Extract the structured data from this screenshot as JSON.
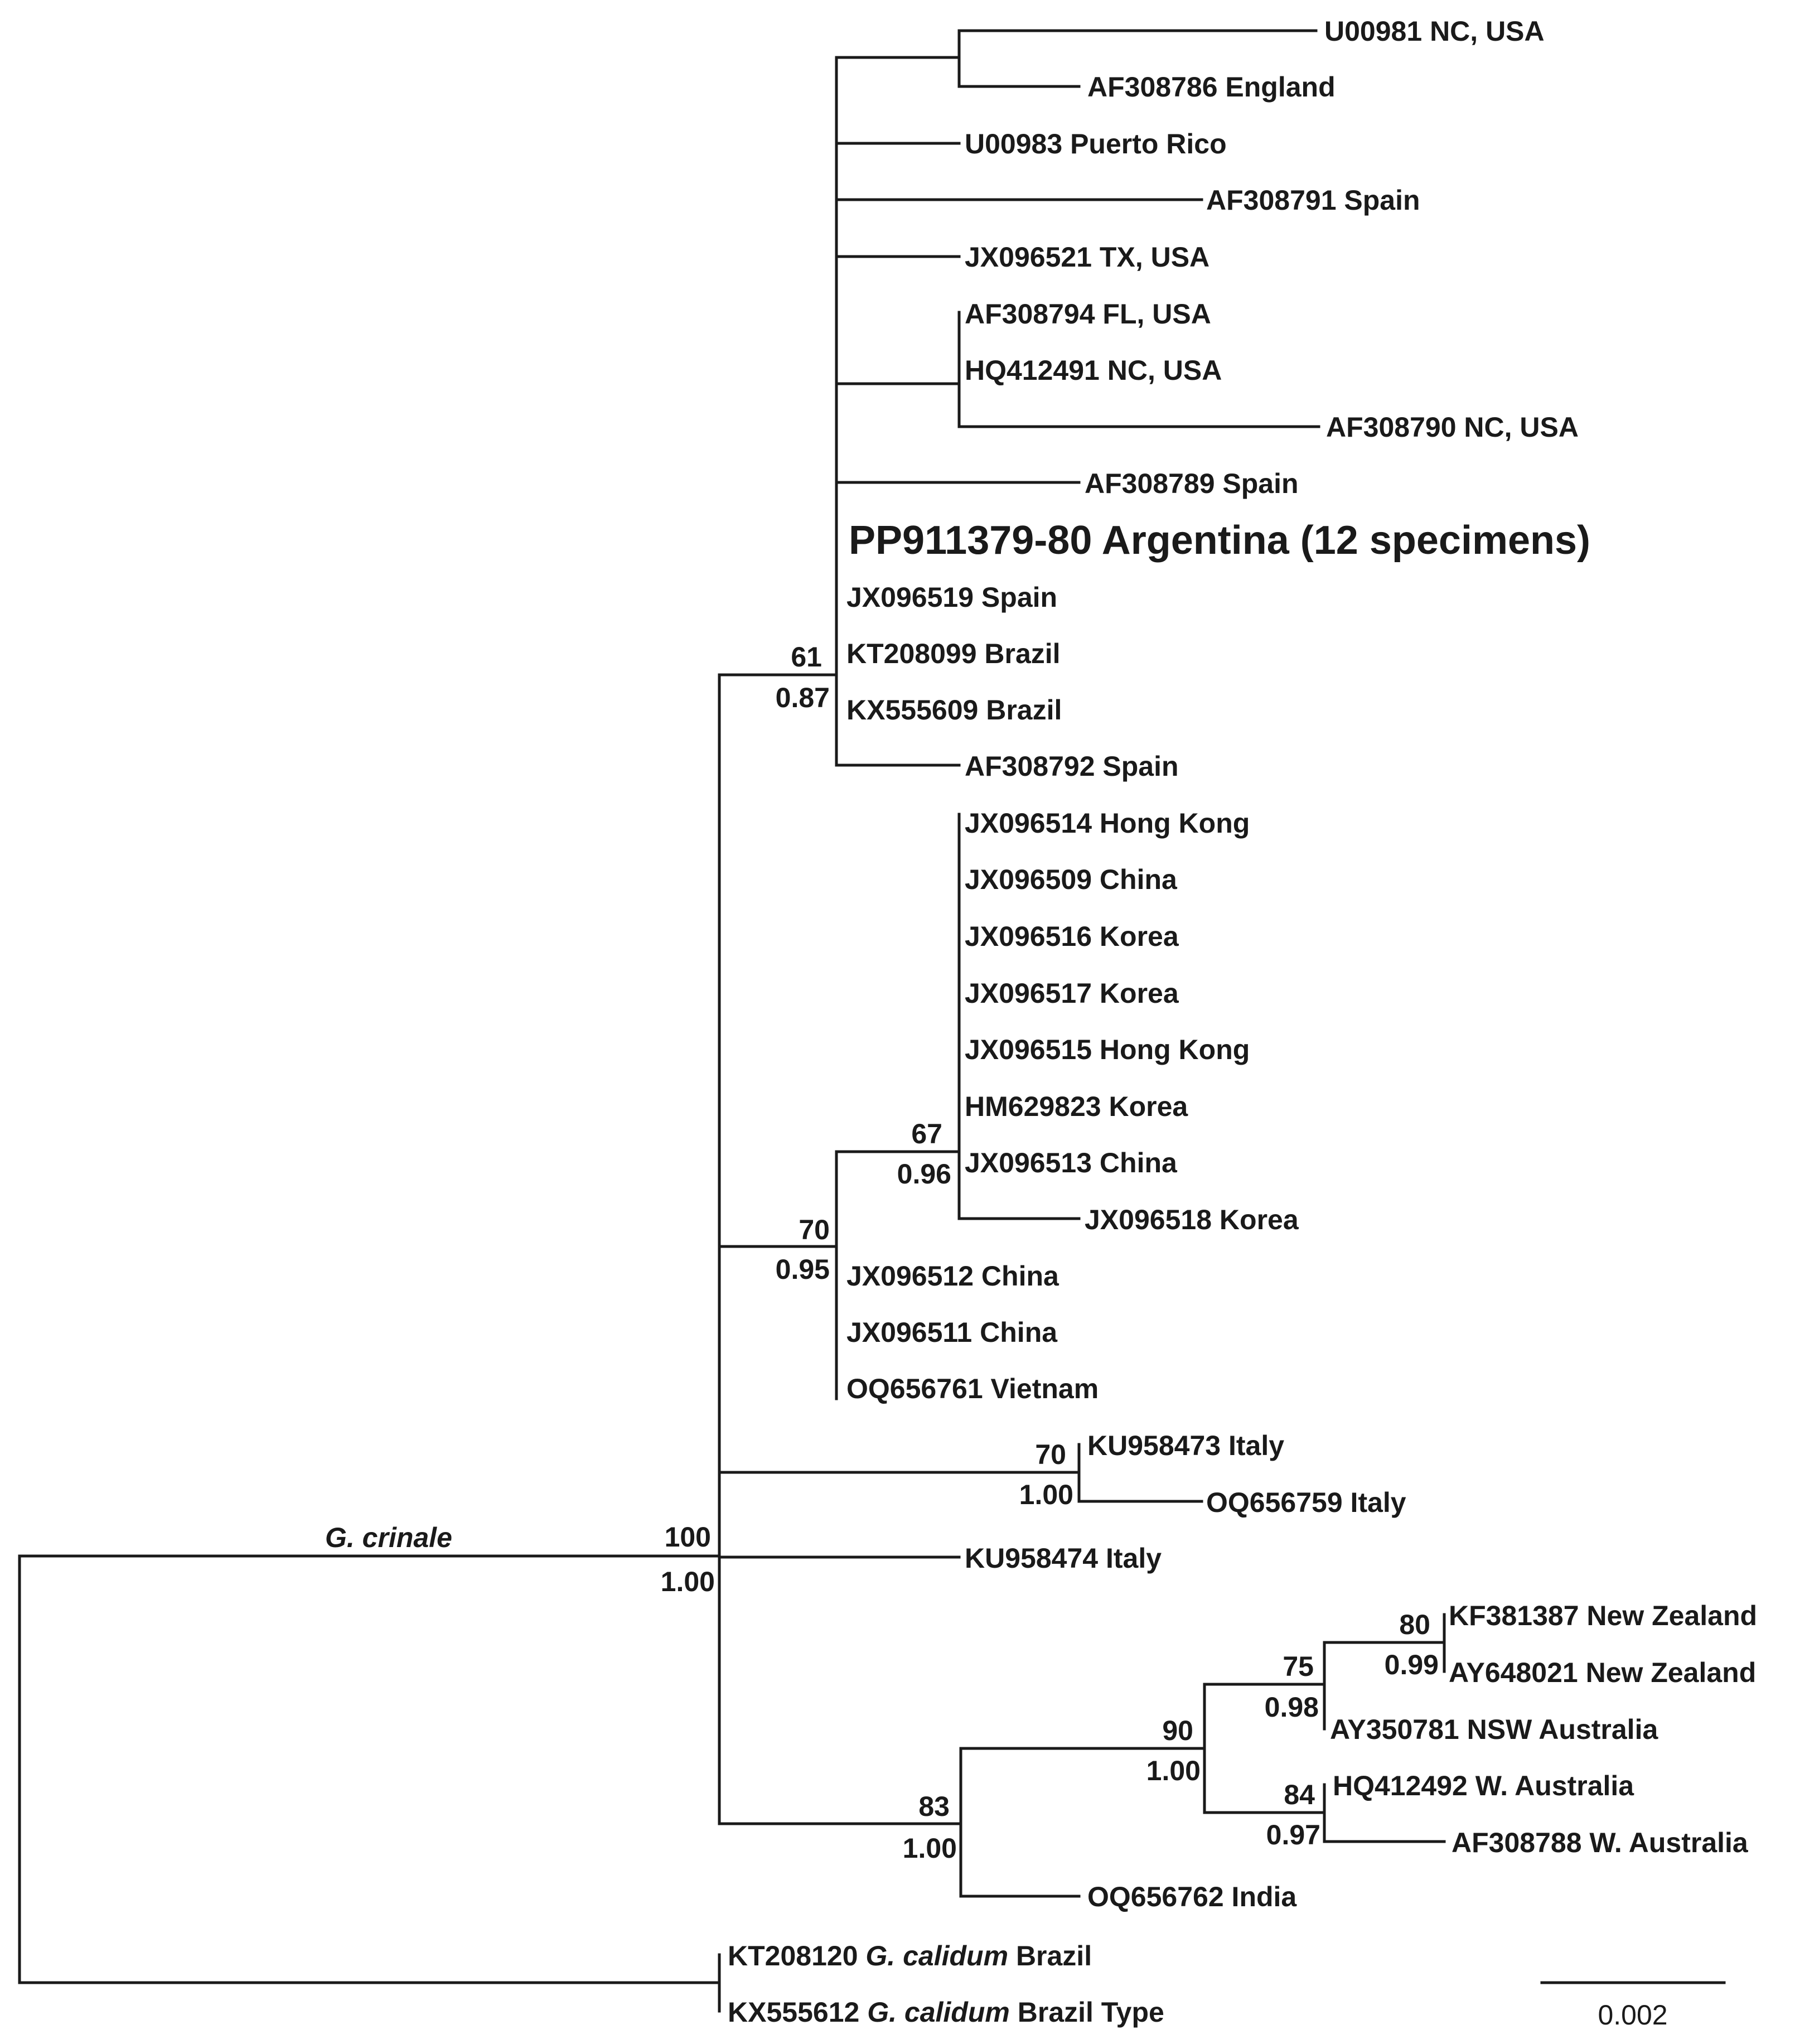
{
  "tree": {
    "clade_label": "G. crinale",
    "taxa": {
      "U00981": {
        "code": "U00981",
        "loc": "NC, USA"
      },
      "AF308786": {
        "code": "AF308786",
        "loc": "England"
      },
      "U00983": {
        "code": "U00983",
        "loc": "Puerto Rico"
      },
      "AF308791": {
        "code": "AF308791",
        "loc": "Spain"
      },
      "JX096521": {
        "code": "JX096521",
        "loc": "TX, USA"
      },
      "AF308794": {
        "code": "AF308794",
        "loc": "FL, USA"
      },
      "HQ412491": {
        "code": "HQ412491",
        "loc": "NC, USA"
      },
      "AF308790": {
        "code": "AF308790",
        "loc": "NC, USA"
      },
      "AF308789": {
        "code": "AF308789",
        "loc": "Spain"
      },
      "PP911379": {
        "code": "PP911379-80",
        "loc": "Argentina (12 specimens)"
      },
      "JX096519": {
        "code": "JX096519",
        "loc": "Spain"
      },
      "KT208099": {
        "code": "KT208099",
        "loc": "Brazil"
      },
      "KX555609": {
        "code": "KX555609",
        "loc": "Brazil"
      },
      "AF308792": {
        "code": "AF308792",
        "loc": "Spain"
      },
      "JX096514": {
        "code": "JX096514",
        "loc": "Hong Kong"
      },
      "JX096509": {
        "code": "JX096509",
        "loc": "China"
      },
      "JX096516": {
        "code": "JX096516",
        "loc": "Korea"
      },
      "JX096517": {
        "code": "JX096517",
        "loc": "Korea"
      },
      "JX096515": {
        "code": "JX096515",
        "loc": "Hong Kong"
      },
      "HM629823": {
        "code": "HM629823",
        "loc": "Korea"
      },
      "JX096513": {
        "code": "JX096513",
        "loc": "China"
      },
      "JX096518": {
        "code": "JX096518",
        "loc": "Korea"
      },
      "JX096512": {
        "code": "JX096512",
        "loc": "China"
      },
      "JX096511": {
        "code": "JX096511",
        "loc": "China"
      },
      "OQ656761": {
        "code": "OQ656761",
        "loc": "Vietnam"
      },
      "KU958473": {
        "code": "KU958473",
        "loc": "Italy"
      },
      "OQ656759": {
        "code": "OQ656759",
        "loc": "Italy"
      },
      "KU958474": {
        "code": "KU958474",
        "loc": "Italy"
      },
      "KF381387": {
        "code": "KF381387",
        "loc": "New Zealand"
      },
      "AY648021": {
        "code": "AY648021",
        "loc": "New Zealand"
      },
      "AY350781": {
        "code": "AY350781",
        "loc": "NSW Australia"
      },
      "HQ412492": {
        "code": "HQ412492",
        "loc": "W. Australia"
      },
      "AF308788": {
        "code": "AF308788",
        "loc": "W. Australia"
      },
      "OQ656762": {
        "code": "OQ656762",
        "loc": "India"
      },
      "KT208120": {
        "code": "KT208120",
        "species": "G. calidum",
        "loc": "Brazil"
      },
      "KX555612": {
        "code": "KX555612",
        "species": "G. calidum",
        "loc": "Brazil Type"
      }
    },
    "support": {
      "crinale": {
        "bootstrap": "100",
        "posterior": "1.00"
      },
      "n61": {
        "bootstrap": "61",
        "posterior": "0.87"
      },
      "n70": {
        "bootstrap": "70",
        "posterior": "0.95"
      },
      "n67": {
        "bootstrap": "67",
        "posterior": "0.96"
      },
      "italy": {
        "bootstrap": "70",
        "posterior": "1.00"
      },
      "n83": {
        "bootstrap": "83",
        "posterior": "1.00"
      },
      "n90": {
        "bootstrap": "90",
        "posterior": "1.00"
      },
      "n75": {
        "bootstrap": "75",
        "posterior": "0.98"
      },
      "n80": {
        "bootstrap": "80",
        "posterior": "0.99"
      },
      "n84": {
        "bootstrap": "84",
        "posterior": "0.97"
      }
    },
    "scale_bar": {
      "label": "0.002",
      "length": 0.002
    }
  }
}
